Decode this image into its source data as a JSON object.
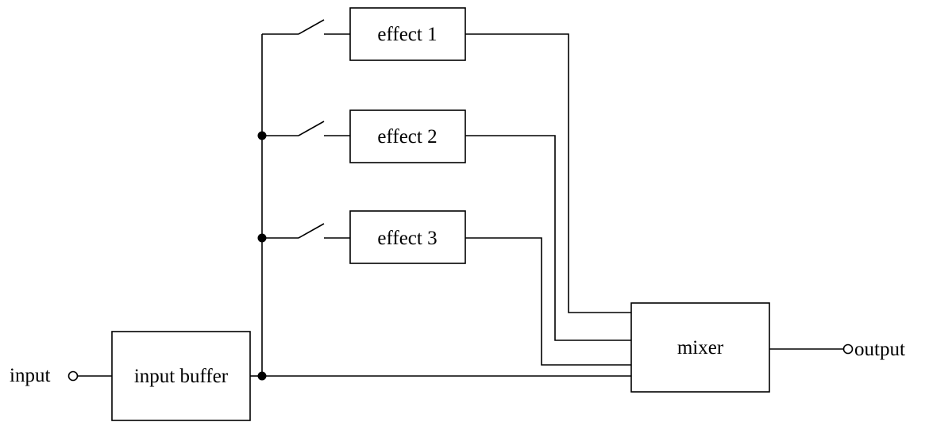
{
  "diagram": {
    "input_label": "input",
    "output_label": "output",
    "input_buffer_label": "input buffer",
    "mixer_label": "mixer",
    "effects": [
      {
        "label": "effect 1"
      },
      {
        "label": "effect 2"
      },
      {
        "label": "effect 3"
      }
    ]
  }
}
